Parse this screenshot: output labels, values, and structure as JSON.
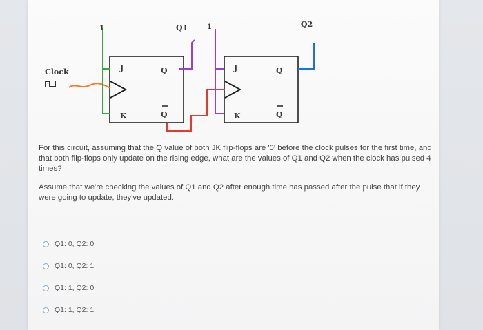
{
  "diagram": {
    "clock_label": "Clock",
    "input_one_a": "1",
    "input_one_b": "1",
    "output_q1": "Q1",
    "output_q2": "Q2",
    "ff1": {
      "j": "J",
      "k": "K",
      "q": "Q",
      "qbar": "Q"
    },
    "ff2": {
      "j": "J",
      "k": "K",
      "q": "Q",
      "qbar": "Q"
    },
    "colors": {
      "orange": "#f07d1e",
      "green": "#2fae3c",
      "red": "#e23b2f",
      "purple": "#9b3fcf",
      "blue": "#1f6fe0"
    }
  },
  "question": {
    "paragraph1": "For this circuit, assuming that the Q value of both JK flip-flops are '0' before the clock pulses for the first time, and that both flip-flops only update on the rising edge, what are the values of Q1 and Q2 when the clock has pulsed 4 times?",
    "paragraph2": "Assume that we're checking the values of Q1 and Q2 after enough time has passed after the pulse that if they were going to update, they've updated."
  },
  "options": [
    {
      "label": "Q1: 0, Q2: 0"
    },
    {
      "label": "Q1: 0, Q2: 1"
    },
    {
      "label": "Q1: 1, Q2: 0"
    },
    {
      "label": "Q1: 1, Q2: 1"
    }
  ]
}
